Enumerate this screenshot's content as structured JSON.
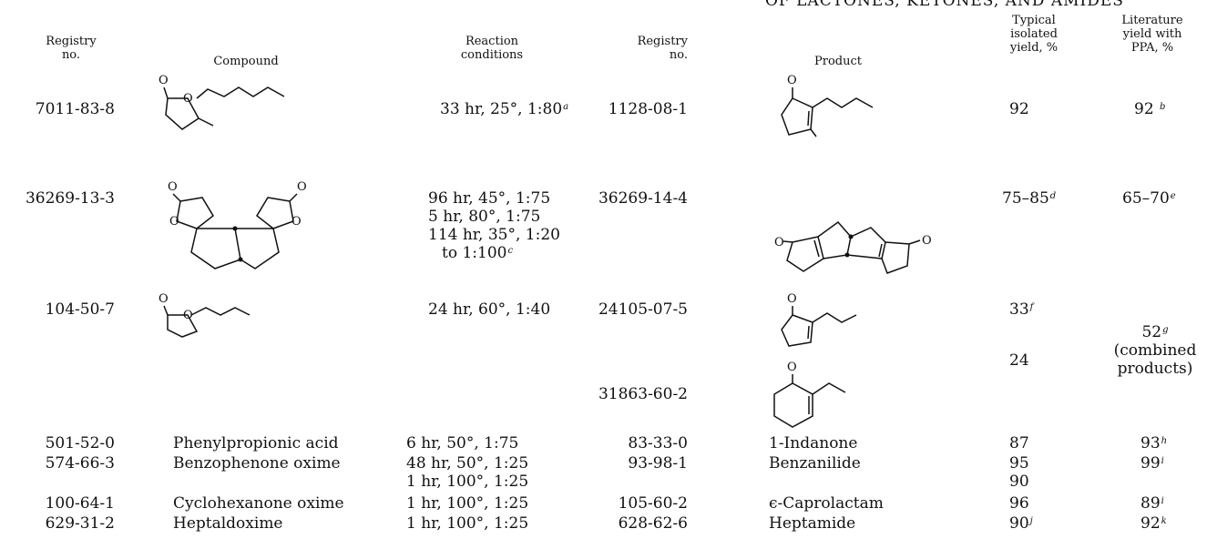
{
  "top_heading": "OF LACTONES, KETONES, AND AMIDES",
  "headers": {
    "registry": [
      "Registry",
      "no."
    ],
    "compound": "Compound",
    "conditions": [
      "Reaction",
      "conditions"
    ],
    "registry2": [
      "Registry",
      "no."
    ],
    "product": "Product",
    "isolated": [
      "Typical",
      "isolated",
      "yield, %"
    ],
    "literature": [
      "Literature",
      "yield with",
      "PPA, %"
    ]
  },
  "rows": [
    {
      "reg": "7011-83-8",
      "cond": [
        "33 hr, 25°, 1:80"
      ],
      "cond_sup": "a",
      "reg2": "1128-08-1",
      "yield": "92",
      "lit": "92",
      "lit_sup": "b"
    },
    {
      "reg": "36269-13-3",
      "cond": [
        "96 hr, 45°, 1:75",
        "5 hr, 80°, 1:75",
        "114 hr, 35°, 1:20",
        "to 1:100"
      ],
      "cond_sup": "c",
      "reg2": "36269-14-4",
      "yield": "75–85",
      "yield_sup": "d",
      "lit": "65–70",
      "lit_sup": "e"
    },
    {
      "reg": "104-50-7",
      "cond": [
        "24 hr, 60°, 1:40"
      ],
      "reg2": "24105-07-5",
      "yield": "33",
      "yield_sup": "f",
      "lit": "52",
      "lit_sup": "g",
      "lit_extra": [
        "(combined",
        "products)"
      ],
      "yield2": "24",
      "reg2b": "31863-60-2"
    },
    {
      "reg": "501-52-0",
      "compound": "Phenylpropionic acid",
      "cond": [
        "6 hr, 50°, 1:75"
      ],
      "reg2": "83-33-0",
      "product": "1-Indanone",
      "yield": "87",
      "lit": "93",
      "lit_sup": "h"
    },
    {
      "reg": "574-66-3",
      "compound": "Benzophenone oxime",
      "cond": [
        "48 hr, 50°, 1:25",
        "1 hr, 100°, 1:25"
      ],
      "reg2": "93-98-1",
      "product": "Benzanilide",
      "yield": "95",
      "yield2": "90",
      "lit": "99",
      "lit_sup": "i"
    },
    {
      "reg": "100-64-1",
      "compound": "Cyclohexanone oxime",
      "cond": [
        "1 hr, 100°, 1:25"
      ],
      "reg2": "105-60-2",
      "product": "ϵ-Caprolactam",
      "yield": "96",
      "lit": "89",
      "lit_sup": "i"
    },
    {
      "reg": "629-31-2",
      "compound": "Heptaldoxime",
      "cond": [
        "1 hr, 100°, 1:25"
      ],
      "reg2": "628-62-6",
      "product": "Heptamide",
      "yield": "90",
      "yield_sup": "j",
      "lit": "92",
      "lit_sup": "k"
    }
  ],
  "structure_labels": {
    "carbonyl_o": "O",
    "ring_o": "O"
  }
}
